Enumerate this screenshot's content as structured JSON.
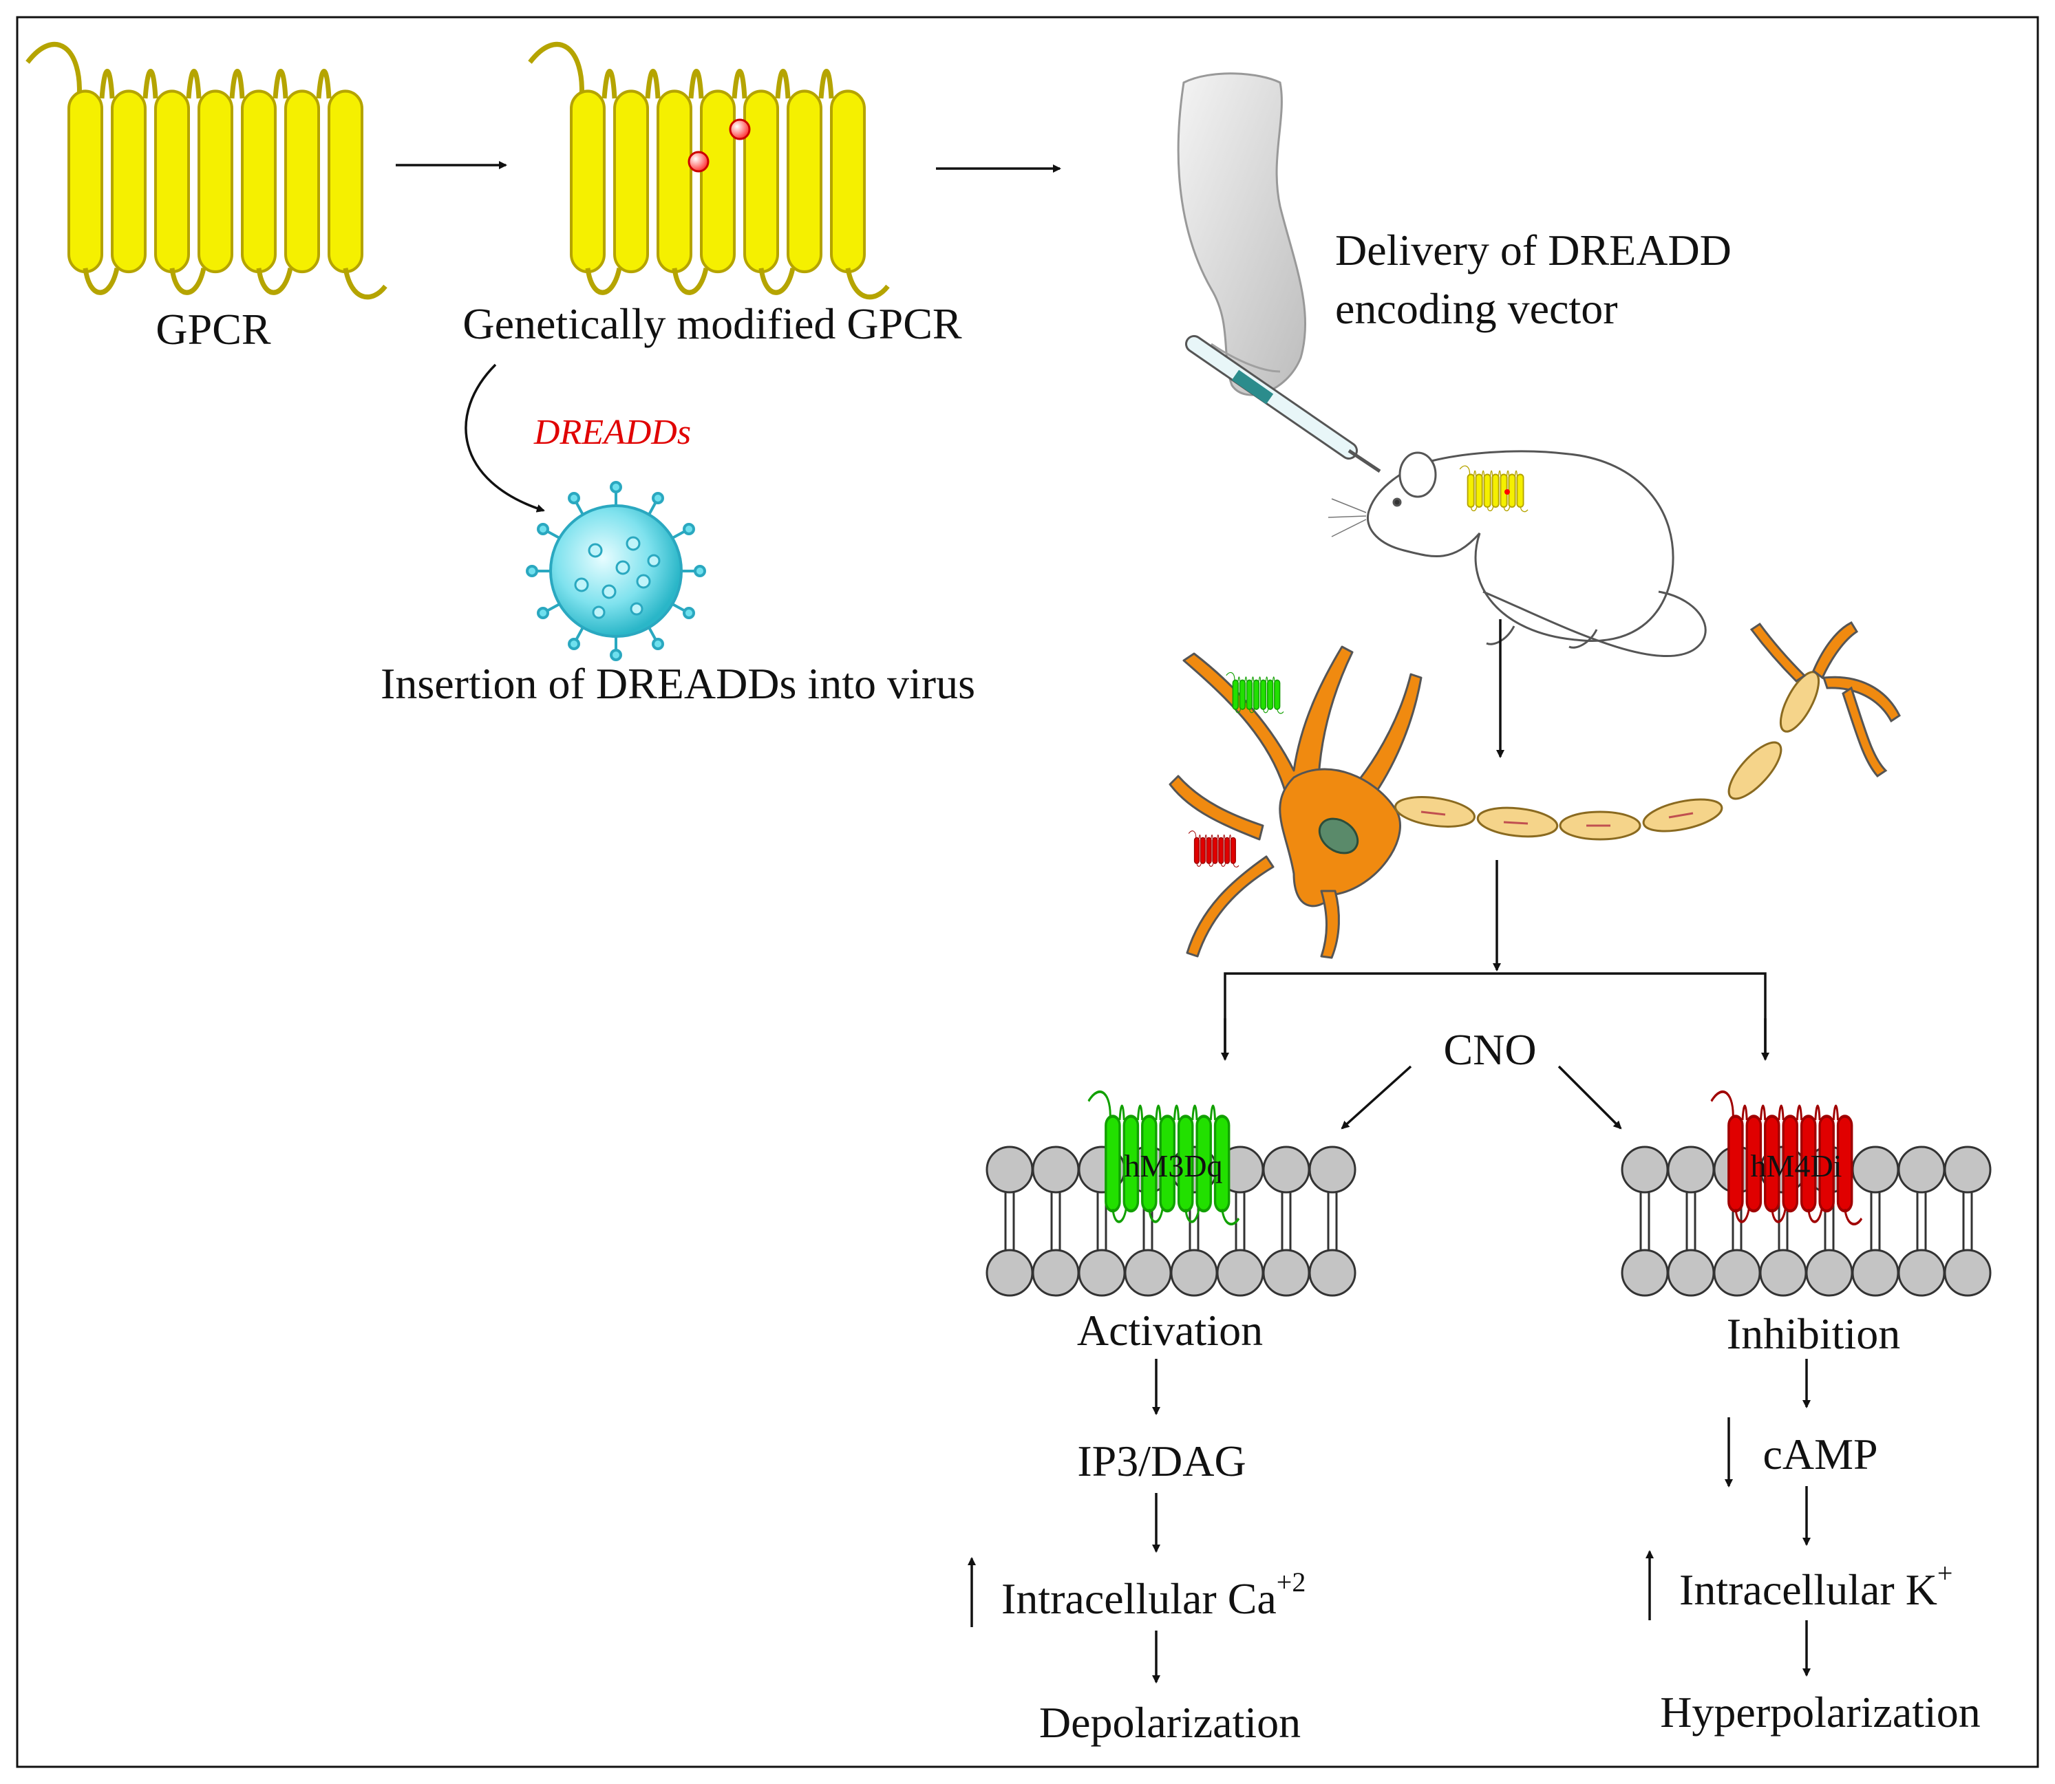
{
  "labels": {
    "gpcr": "GPCR",
    "modified_gpcr": "Genetically modified GPCR",
    "dreadds_arrow": "DREADDs",
    "virus_insertion": "Insertion of DREADDs into virus",
    "delivery_line1": "Delivery of DREADD",
    "delivery_line2": "encoding vector",
    "cno": "CNO",
    "receptor_left": "hM3Dq",
    "receptor_right": "hM4Di",
    "activation": "Activation",
    "inhibition": "Inhibition",
    "ip3_dag": "IP3/DAG",
    "camp": "cAMP",
    "ca_text": "Intracellular Ca",
    "ca_sup": "+2",
    "k_text": "Intracellular K",
    "k_sup": "+",
    "depolarization": "Depolarization",
    "hyperpolarization": "Hyperpolarization"
  },
  "colors": {
    "gpcr_fill": "#f5f000",
    "gpcr_stroke": "#b5a400",
    "activation_receptor": "#22e000",
    "inhibition_receptor": "#e00000",
    "virus": "#4fd8e8",
    "neuron": "#f08a10",
    "myelin": "#f5d48a",
    "lipid_head": "#c4c4c4",
    "dreadds_label": "#e00000"
  }
}
